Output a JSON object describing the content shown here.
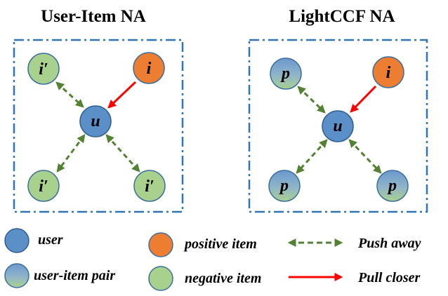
{
  "colors": {
    "user": "#5b8fc8",
    "positive": "#ed7d31",
    "negative": "#a9d18e",
    "push": "#548235",
    "pull": "#ff0000",
    "frame": "#2e75b6"
  },
  "panels": [
    {
      "title": "User-Item NA",
      "nodes": {
        "center": "u",
        "positive": "i",
        "top_left": "i′",
        "bottom_left": "i′",
        "bottom_right": "i′"
      }
    },
    {
      "title": "LightCCF NA",
      "nodes": {
        "center": "u",
        "positive": "i",
        "top_left": "p",
        "bottom_left": "p",
        "bottom_right": "p"
      }
    }
  ],
  "legend": {
    "user": "user",
    "pair": "user-item pair",
    "positive": "positive item",
    "negative": "negative item",
    "push": "Push away",
    "pull": "Pull closer"
  }
}
